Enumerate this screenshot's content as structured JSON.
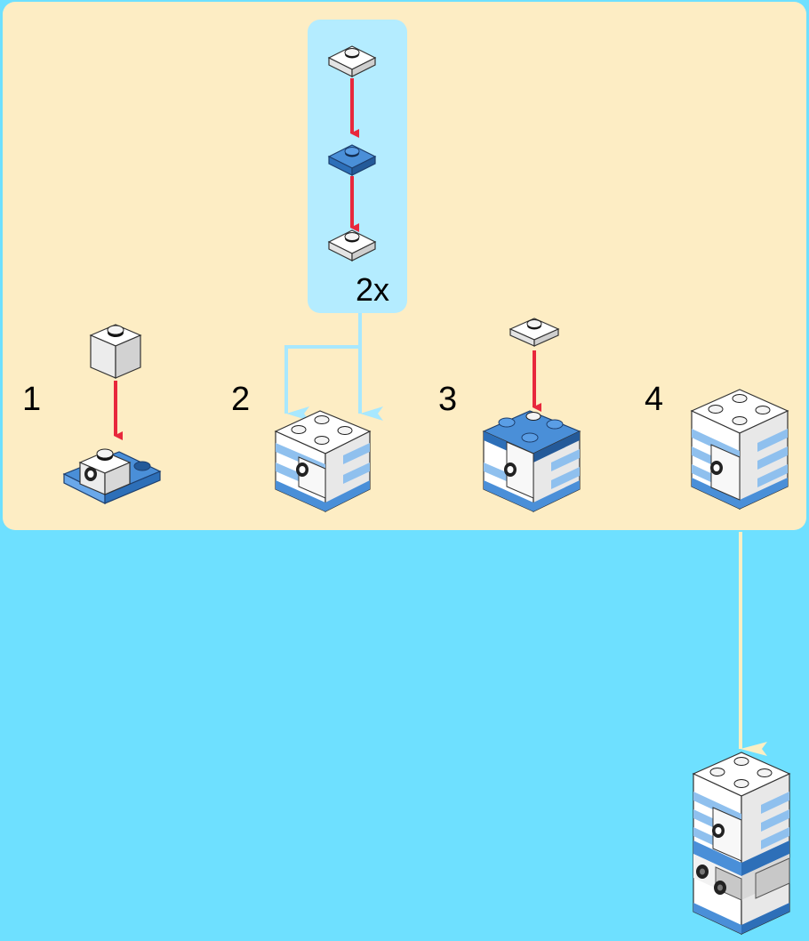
{
  "subassembly": {
    "multiplier": "2x"
  },
  "steps": [
    {
      "number": "1"
    },
    {
      "number": "2"
    },
    {
      "number": "3"
    },
    {
      "number": "4"
    }
  ],
  "colors": {
    "background": "#6ee0ff",
    "panel": "#fdedc4",
    "subassembly_panel": "#b4ecff",
    "arrow_red": "#e8283c",
    "arrow_blue": "#a8e8ff",
    "arrow_cream": "#fbefc4",
    "brick_blue": "#4a8fd8",
    "brick_white": "#f6f6f6",
    "brick_gray": "#c8c8c8"
  }
}
